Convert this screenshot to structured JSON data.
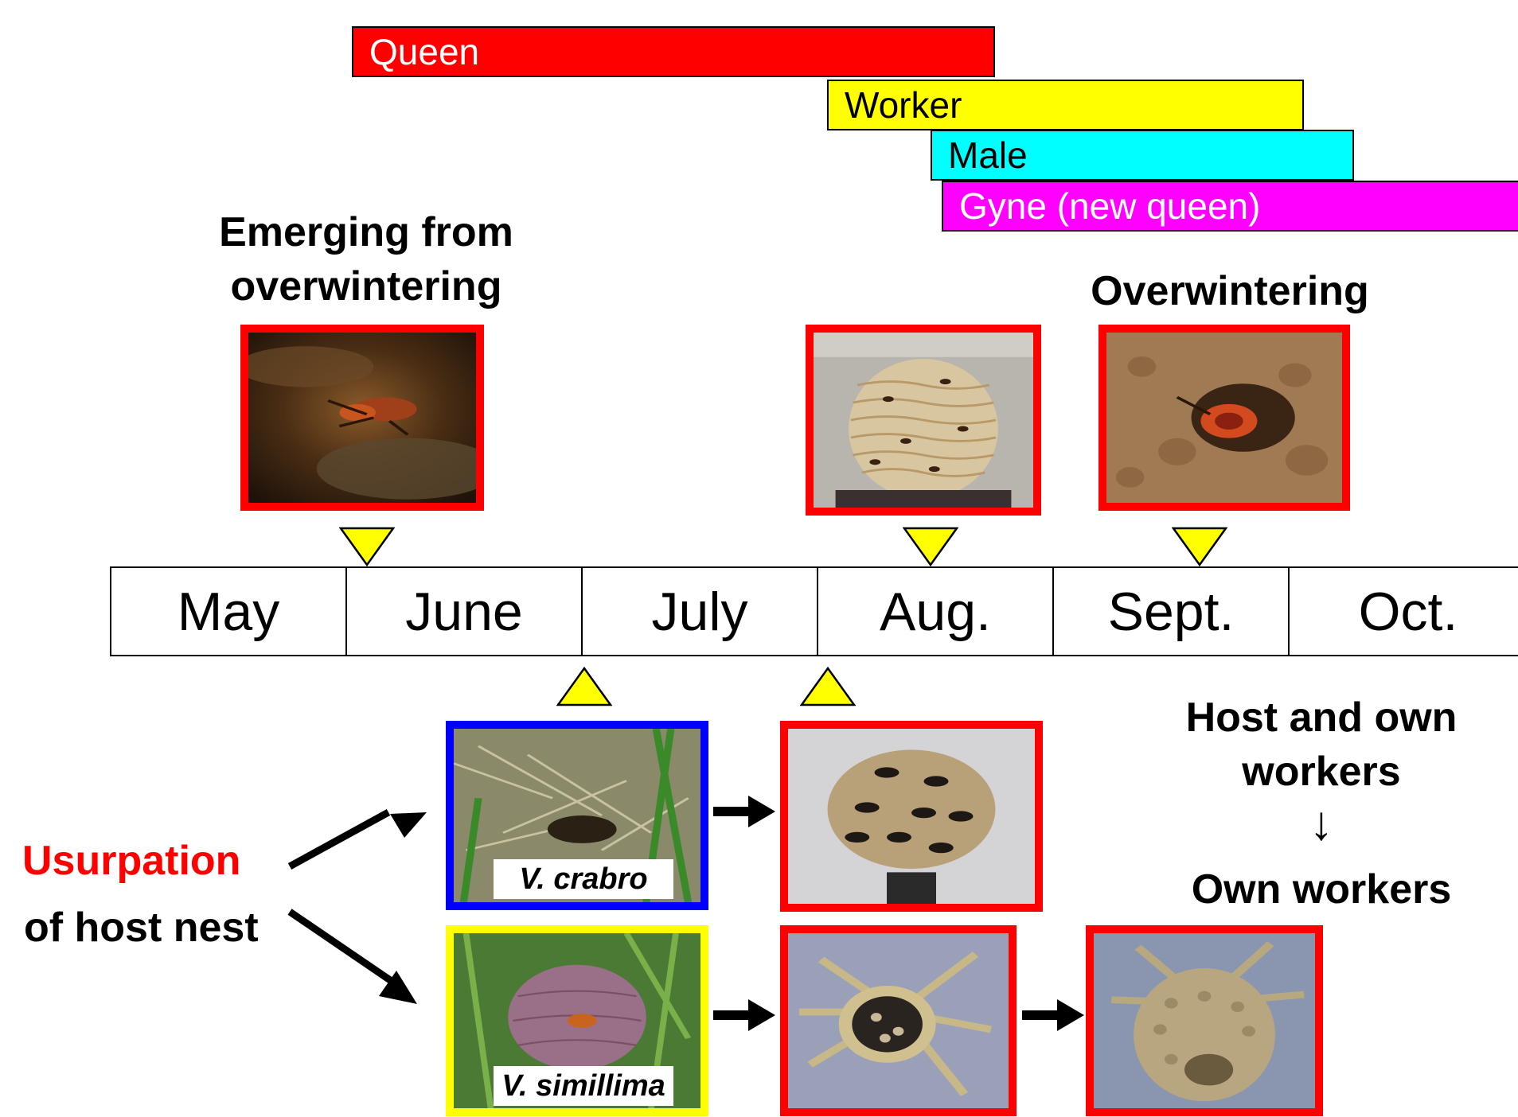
{
  "castes": {
    "queen": "Queen",
    "worker": "Worker",
    "male": "Male",
    "gyne": "Gyne (new queen)",
    "colors": {
      "queen": "#ff0000",
      "worker": "#ffff00",
      "male": "#00ffff",
      "gyne": "#ff00ff"
    }
  },
  "headings": {
    "emerging_line1": "Emerging from",
    "emerging_line2": "overwintering",
    "overwintering": "Overwintering",
    "host_line1": "Host and own",
    "host_line2": "workers",
    "host_arrow": "↓",
    "own_workers": "Own workers"
  },
  "months": [
    "May",
    "June",
    "July",
    "Aug.",
    "Sept.",
    "Oct."
  ],
  "usurpation": {
    "word": "Usurpation",
    "rest": "of host nest",
    "word_color": "#ff0000"
  },
  "species": {
    "crabro": "V. crabro",
    "simillima": "V. simillima"
  },
  "frame_colors": {
    "own": "#ff0000",
    "crabro": "#0000ff",
    "simillima": "#ffff00"
  },
  "icons": {
    "marker": "yellow-triangle",
    "flow": "black-arrow"
  }
}
